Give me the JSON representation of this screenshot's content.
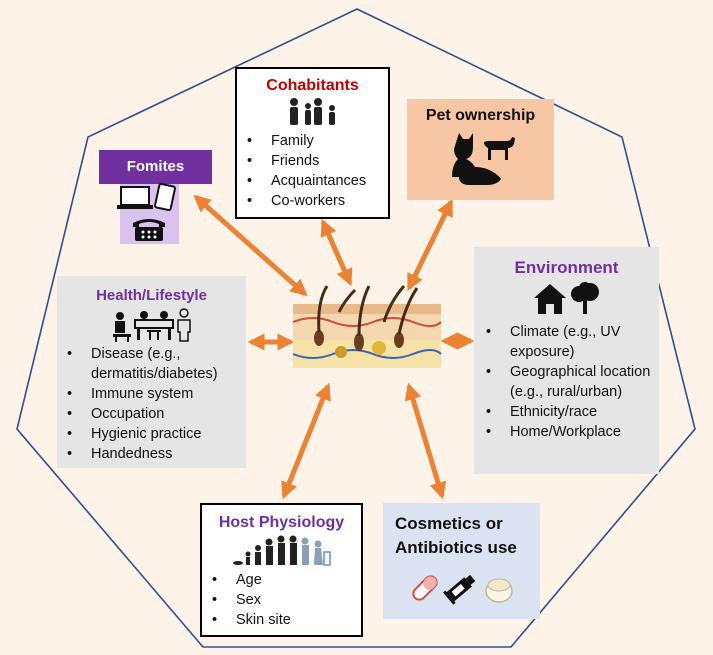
{
  "colors": {
    "background": "#fdf3e9",
    "heptagon": "#2f4f8f",
    "arrow": "#ec8234",
    "cohabitants_title": "#c00000",
    "purple": "#7030a0",
    "grey_panel": "#e5e5e5",
    "pet_panel": "#f7c6a4",
    "fomites_header": "#7030a0",
    "fomites_body": "#d9c3ec",
    "cosmetics_panel": "#dbe3f3"
  },
  "center": {
    "icon": "skin-cross-section-icon"
  },
  "cohabitants": {
    "title": "Cohabitants",
    "icon": "family-icon",
    "items": [
      "Family",
      "Friends",
      "Acquaintances",
      "Co-workers"
    ]
  },
  "pet_ownership": {
    "title": "Pet ownership",
    "icon": "cat-dog-icon"
  },
  "fomites": {
    "title": "Fomites",
    "icons": [
      "laptop-icon",
      "tablet-icon",
      "telephone-icon"
    ]
  },
  "environment": {
    "title": "Environment",
    "icons": [
      "house-icon",
      "tree-icon"
    ],
    "items": [
      "Climate (e.g., UV exposure)",
      "Geographical location (e.g., rural/urban)",
      "Ethnicity/race",
      "Home/Workplace"
    ]
  },
  "health_lifestyle": {
    "title": "Health/Lifestyle",
    "icons": [
      "patient-icon",
      "office-workers-icon",
      "person-outline-icon"
    ],
    "items": [
      "Disease (e.g., dermatitis/diabetes)",
      "Immune system",
      "Occupation",
      "Hygienic practice",
      "Handedness"
    ]
  },
  "host_physiology": {
    "title": "Host Physiology",
    "icon": "ages-of-life-icon",
    "items": [
      "Age",
      "Sex",
      "Skin site"
    ]
  },
  "cosmetics": {
    "title_line1": "Cosmetics or",
    "title_line2": "Antibiotics use",
    "icons": [
      "pill-icon",
      "ointment-tube-icon",
      "cream-jar-icon"
    ]
  }
}
